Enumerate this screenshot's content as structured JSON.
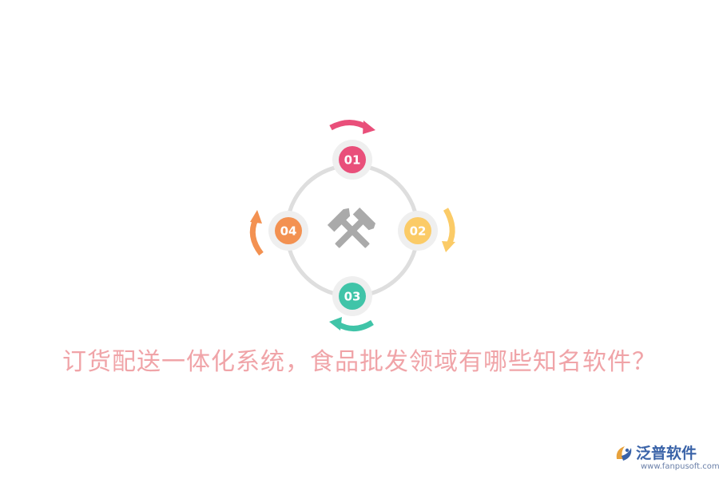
{
  "diagram": {
    "steps": [
      {
        "number": "01",
        "color": "#e94f7a"
      },
      {
        "number": "02",
        "color": "#fbcb67"
      },
      {
        "number": "03",
        "color": "#40c4a8"
      },
      {
        "number": "04",
        "color": "#f39151"
      }
    ],
    "ring_color": "#dedede",
    "center_icon": "crossed-hammers-icon"
  },
  "title": "订货配送一体化系统，食品批发领域有哪些知名软件？",
  "logo": {
    "name": "泛普软件",
    "url": "www.fanpusoft.com"
  }
}
